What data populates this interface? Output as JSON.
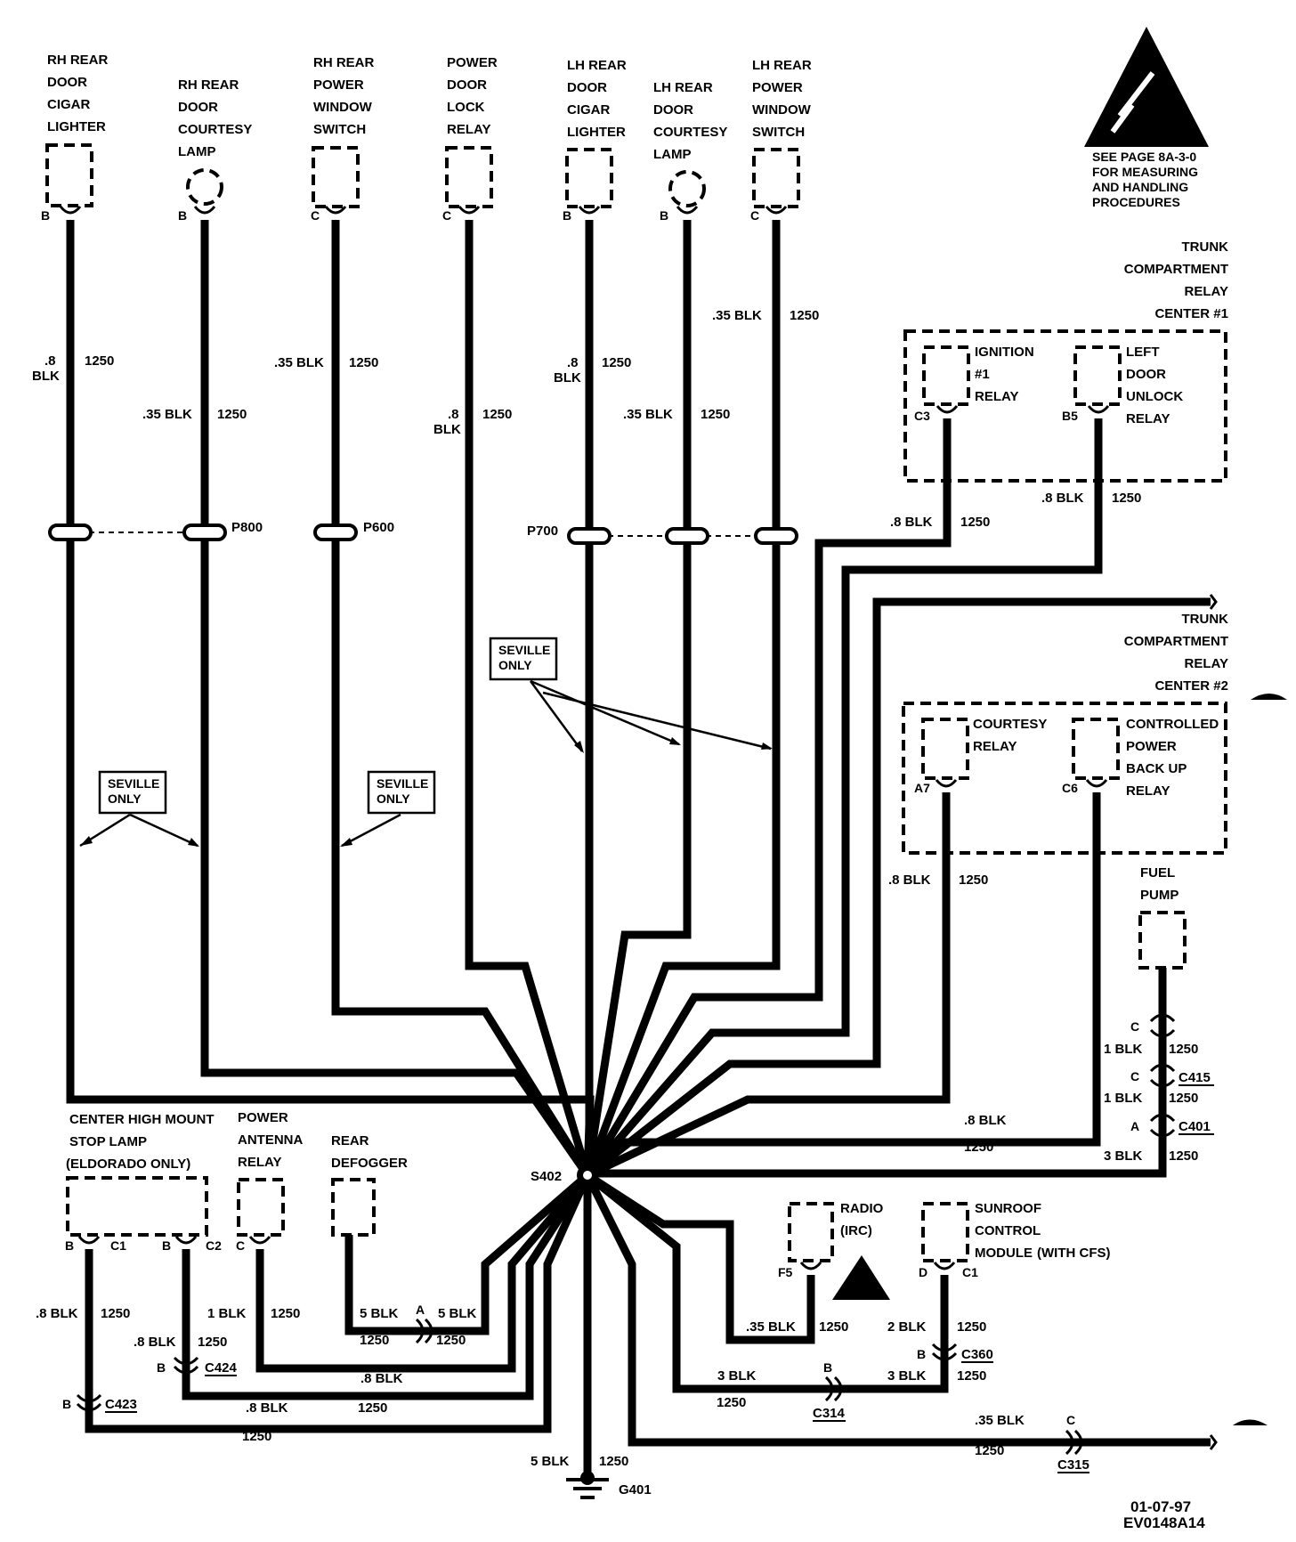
{
  "components": {
    "rh_door_cigar": [
      "RH REAR",
      "DOOR",
      "CIGAR",
      "LIGHTER"
    ],
    "rh_courtesy_lamp": [
      "RH REAR",
      "DOOR",
      "COURTESY",
      "LAMP"
    ],
    "rh_power_window": [
      "RH REAR",
      "POWER",
      "WINDOW",
      "SWITCH"
    ],
    "power_door_lock": [
      "POWER",
      "DOOR",
      "LOCK",
      "RELAY"
    ],
    "lh_door_cigar": [
      "LH REAR",
      "DOOR",
      "CIGAR",
      "LIGHTER"
    ],
    "lh_courtesy_lamp": [
      "LH REAR",
      "DOOR",
      "COURTESY",
      "LAMP"
    ],
    "lh_power_window": [
      "LH REAR",
      "POWER",
      "WINDOW",
      "SWITCH"
    ],
    "esd_note": [
      "SEE PAGE 8A-3-0",
      "FOR MEASURING",
      "AND HANDLING",
      "PROCEDURES"
    ],
    "trunk_relay_center_1": [
      "TRUNK",
      "COMPARTMENT",
      "RELAY",
      "CENTER #1"
    ],
    "ignition_relay": [
      "IGNITION",
      "#1",
      "RELAY"
    ],
    "left_door_unlock": [
      "LEFT",
      "DOOR",
      "UNLOCK",
      "RELAY"
    ],
    "trunk_relay_center_2": [
      "TRUNK",
      "COMPARTMENT",
      "RELAY",
      "CENTER #2"
    ],
    "courtesy_relay": [
      "COURTESY",
      "RELAY"
    ],
    "controlled_power": [
      "CONTROLLED",
      "POWER",
      "BACK UP",
      "RELAY"
    ],
    "fuel_pump": [
      "FUEL",
      "PUMP"
    ],
    "chmsl": [
      "CENTER HIGH MOUNT",
      "STOP LAMP",
      "(ELDORADO ONLY)"
    ],
    "power_antenna": [
      "POWER",
      "ANTENNA",
      "RELAY"
    ],
    "rear_defogger": [
      "REAR",
      "DEFOGGER"
    ],
    "radio": [
      "RADIO",
      "(IRC)"
    ],
    "sunroof": [
      "SUNROOF",
      "CONTROL",
      "MODULE",
      "(WITH CFS)"
    ]
  },
  "notes": {
    "seville_only": [
      "SEVILLE",
      "ONLY"
    ]
  },
  "pins": {
    "B": "B",
    "C": "C",
    "A": "A",
    "D": "D",
    "C3": "C3",
    "B5": "B5",
    "A7": "A7",
    "C6": "C6",
    "F5": "F5",
    "C1": "C1",
    "C2": "C2"
  },
  "wires": {
    "w08blk": ".8 BLK",
    "w08": ".8",
    "blk": "BLK",
    "w035blk": ".35 BLK",
    "w1blk": "1 BLK",
    "w2blk": "2 BLK",
    "w3blk": "3 BLK",
    "w5blk": "5 BLK",
    "circuit": "1250"
  },
  "connectors": {
    "P800": "P800",
    "P600": "P600",
    "P700": "P700",
    "S402": "S402",
    "G401": "G401",
    "C415": "C415",
    "C401": "C401",
    "C424": "C424",
    "C423": "C423",
    "C360": "C360",
    "C314": "C314",
    "C315": "C315"
  },
  "footer": {
    "date": "01-07-97",
    "code": "EV0148A14"
  }
}
